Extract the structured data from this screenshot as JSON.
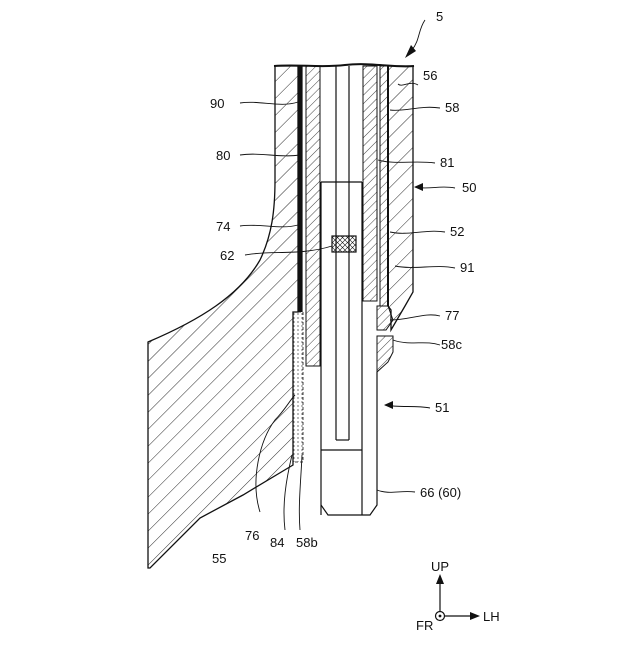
{
  "figure": {
    "number": "5",
    "labels": {
      "l56": "56",
      "l58": "58",
      "l90": "90",
      "l80": "80",
      "l81": "81",
      "l50": "50",
      "l74": "74",
      "l52": "52",
      "l62": "62",
      "l91": "91",
      "l77": "77",
      "l58c": "58c",
      "l51": "51",
      "l66": "66 (60)",
      "l76": "76",
      "l84": "84",
      "l58b": "58b",
      "l55": "55"
    },
    "axes": {
      "up": "UP",
      "fr": "FR",
      "lh": "LH"
    }
  }
}
